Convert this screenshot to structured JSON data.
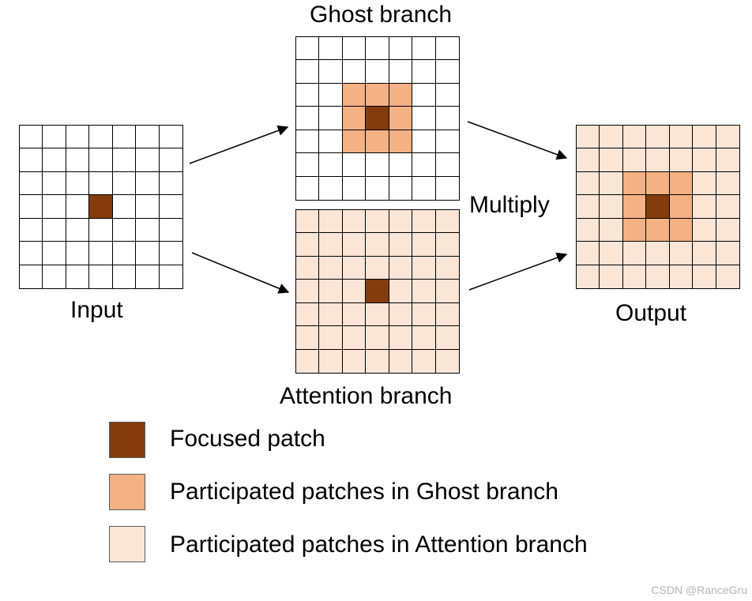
{
  "colors": {
    "focused": "#843c0c",
    "ghost": "#f4b183",
    "attention": "#fbe5d6",
    "empty": "#ffffff",
    "line": "#000000"
  },
  "grids": [
    {
      "id": "input",
      "size": 7,
      "background": "empty",
      "ghost_patch": false,
      "focus": [
        3,
        3
      ]
    },
    {
      "id": "ghost",
      "size": 7,
      "background": "empty",
      "ghost_patch": true,
      "focus": [
        3,
        3
      ]
    },
    {
      "id": "attention",
      "size": 7,
      "background": "attention",
      "ghost_patch": false,
      "focus": [
        3,
        3
      ]
    },
    {
      "id": "output",
      "size": 7,
      "background": "attention",
      "ghost_patch": true,
      "focus": [
        3,
        3
      ]
    }
  ],
  "labels": {
    "input": "Input",
    "ghost": "Ghost branch",
    "attention": "Attention branch",
    "output": "Output",
    "multiply": "Multiply"
  },
  "legend": [
    {
      "color": "focused",
      "text": "Focused patch"
    },
    {
      "color": "ghost",
      "text": "Participated patches in Ghost branch"
    },
    {
      "color": "attention",
      "text": "Participated patches in Attention branch"
    }
  ],
  "watermark": "CSDN @RanceGru"
}
